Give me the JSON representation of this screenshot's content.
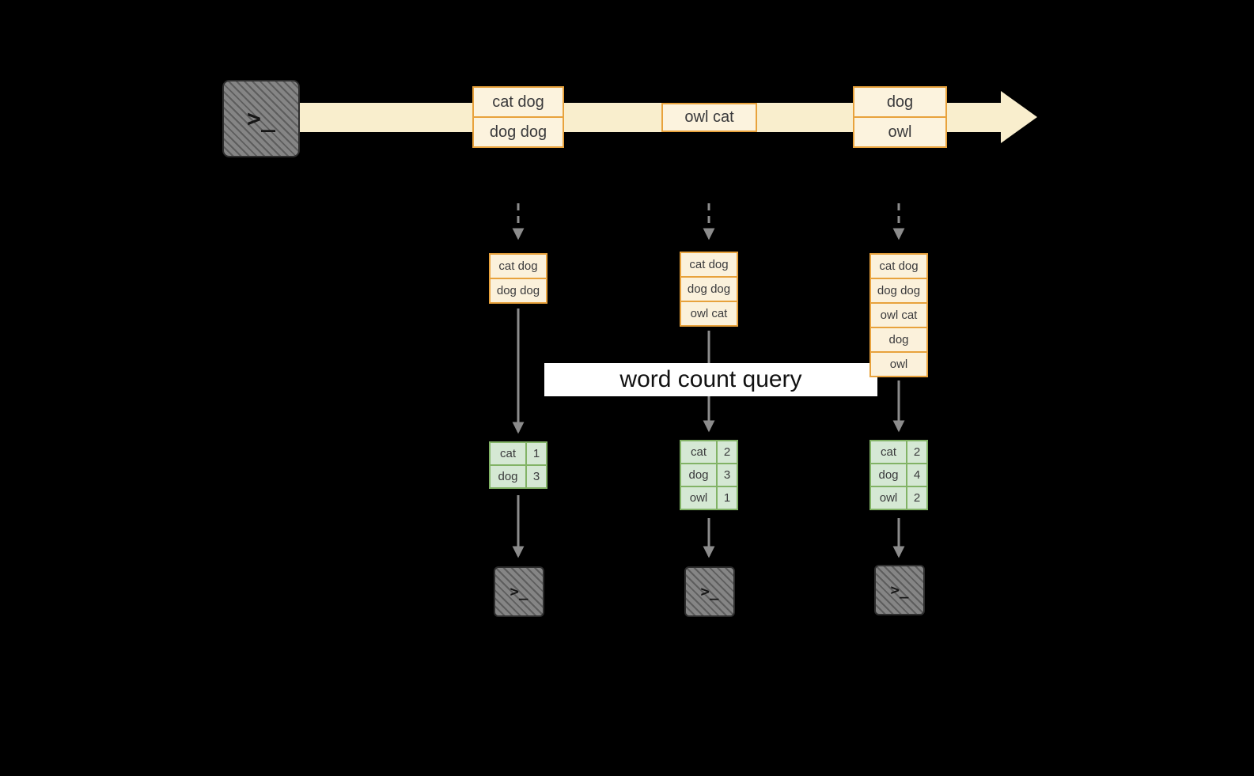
{
  "colors": {
    "background": "#000000",
    "stream_band": "#f9eecd",
    "event_border": "#e8a23c",
    "event_fill": "#fcf3de",
    "table_border": "#82b366",
    "table_fill": "#d5e8d4",
    "arrow_gray": "#8c8c8c",
    "terminal_fill": "#858585",
    "banner_bg": "#ffffff"
  },
  "terminal_glyph": ">_",
  "query_banner": "word count query",
  "stream": {
    "events": [
      {
        "lines": [
          "cat dog",
          "dog dog"
        ]
      },
      {
        "lines": [
          "owl cat"
        ]
      },
      {
        "lines": [
          "dog",
          "owl"
        ]
      }
    ]
  },
  "columns": [
    {
      "input": [
        "cat dog",
        "dog dog"
      ],
      "counts": [
        {
          "word": "cat",
          "count": "1"
        },
        {
          "word": "dog",
          "count": "3"
        }
      ]
    },
    {
      "input": [
        "cat dog",
        "dog dog",
        "owl cat"
      ],
      "counts": [
        {
          "word": "cat",
          "count": "2"
        },
        {
          "word": "dog",
          "count": "3"
        },
        {
          "word": "owl",
          "count": "1"
        }
      ]
    },
    {
      "input": [
        "cat dog",
        "dog dog",
        "owl cat",
        "dog",
        "owl"
      ],
      "counts": [
        {
          "word": "cat",
          "count": "2"
        },
        {
          "word": "dog",
          "count": "4"
        },
        {
          "word": "owl",
          "count": "2"
        }
      ]
    }
  ]
}
